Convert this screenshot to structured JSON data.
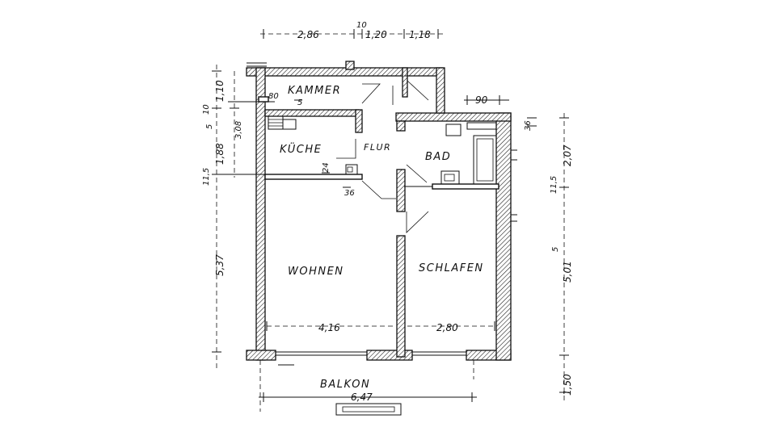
{
  "rooms": {
    "kammer": "KAMMER",
    "kueche": "KÜCHE",
    "flur": "FLUR",
    "bad": "BAD",
    "wohnen": "WOHNEN",
    "schlafen": "SCHLAFEN",
    "balkon": "BALKON"
  },
  "dimensions": {
    "top_286": "2,86",
    "top_120": "1,20",
    "top_118": "1,18",
    "top_10": "10",
    "left_110": "1,10",
    "left_188": "1,88",
    "left_537": "5,37",
    "left_308": "3,08",
    "left_10": "10",
    "left_5": "5",
    "left_115a": "11,5",
    "right_90": "90",
    "right_36": "36",
    "right_207": "2,07",
    "right_501": "5,01",
    "right_115": "11,5",
    "right_150": "1,50",
    "right_5": "5",
    "inner_80": "80",
    "inner_36": "36",
    "inner_24": "24",
    "inner_5": "5",
    "wohnen_width": "4,16",
    "schlafen_width": "2,80",
    "balkon_width": "6,47"
  }
}
